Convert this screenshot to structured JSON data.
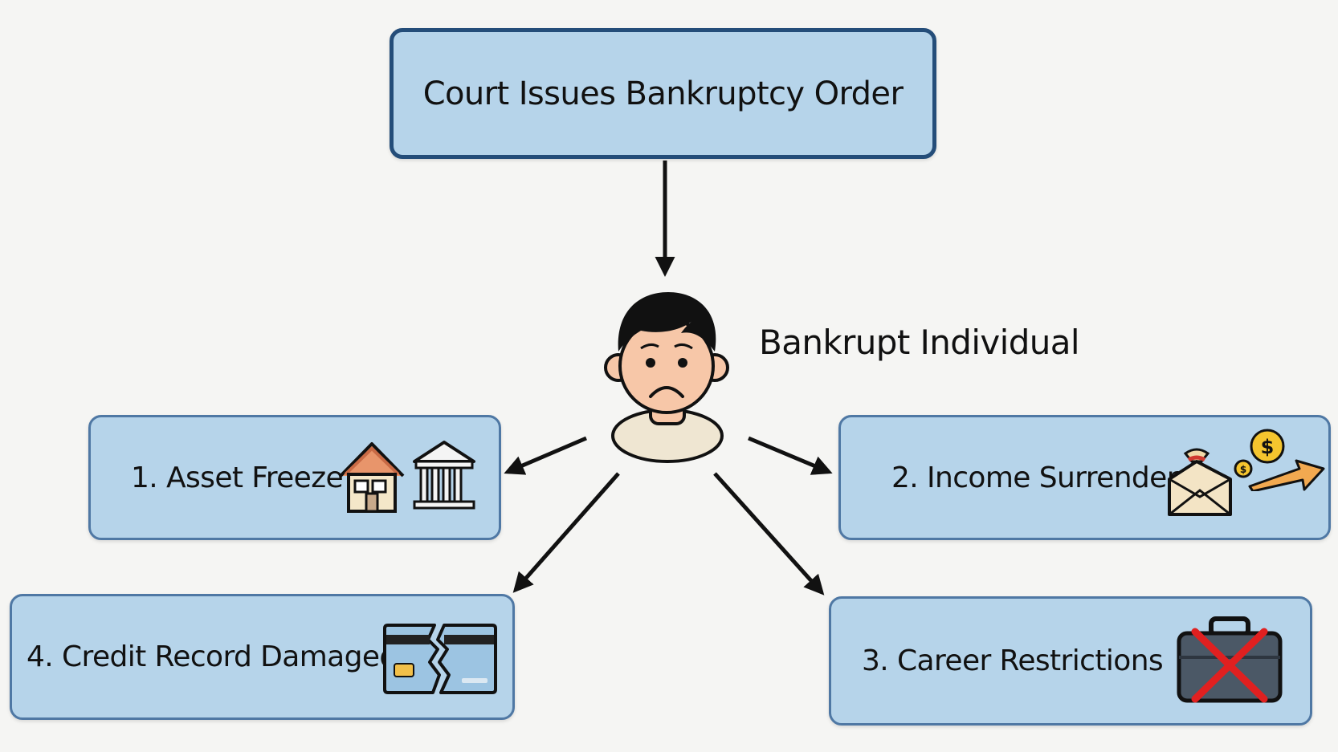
{
  "top_box": {
    "label": "Court Issues Bankruptcy Order"
  },
  "person": {
    "label": "Bankrupt Individual",
    "icon": "sad-person-icon"
  },
  "consequences": [
    {
      "label": "1. Asset Freeze",
      "icons": [
        "house-icon",
        "bank-icon"
      ]
    },
    {
      "label": "2. Income Surrender",
      "icons": [
        "money-bag-icon",
        "dollar-coin-icon",
        "arrow-right-icon"
      ]
    },
    {
      "label": "3. Career Restrictions",
      "icons": [
        "crossed-briefcase-icon"
      ]
    },
    {
      "label": "4. Credit Record Damaged",
      "icons": [
        "broken-credit-card-icon"
      ]
    }
  ],
  "colors": {
    "box_fill": "#b6d4ea",
    "box_border": "#4f78a4",
    "top_box_border": "#244d79",
    "arrow": "#111111",
    "cross": "#e02020"
  }
}
